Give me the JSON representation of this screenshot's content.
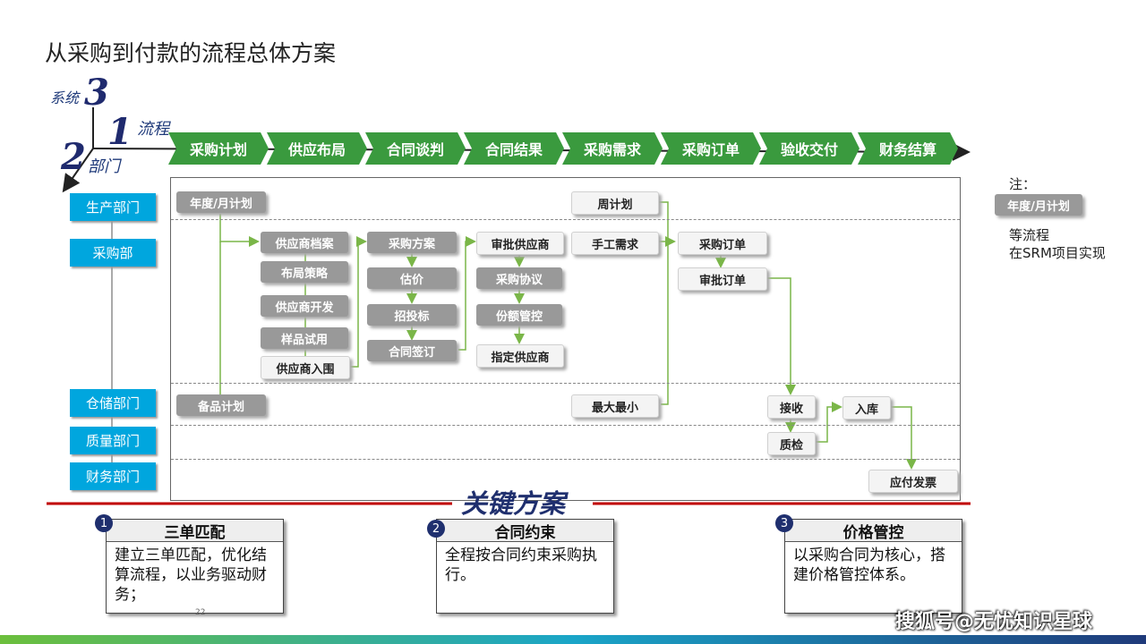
{
  "title": "从采购到付款的流程总体方案",
  "axes": {
    "system": {
      "num": "3",
      "label": "系统"
    },
    "process": {
      "num": "1",
      "label": "流程"
    },
    "dept": {
      "num": "2",
      "label": "部门"
    }
  },
  "phases": [
    "采购计划",
    "供应布局",
    "合同谈判",
    "合同结果",
    "采购需求",
    "采购订单",
    "验收交付",
    "财务结算"
  ],
  "departments": [
    "生产部门",
    "采购部",
    "仓储部门",
    "质量部门",
    "财务部门"
  ],
  "nodes": {
    "annual_plan": "年度/月计划",
    "weekly_plan": "周计划",
    "supplier_file": "供应商档案",
    "layout_strategy": "布局策略",
    "supplier_dev": "供应商开发",
    "sample_trial": "样品试用",
    "supplier_entry": "供应商入围",
    "purchase_plan": "采购方案",
    "valuation": "估价",
    "bidding": "招投标",
    "contract_sign": "合同签订",
    "approve_supplier": "审批供应商",
    "purchase_agreement": "采购协议",
    "quota_control": "份额管控",
    "designated_supplier": "指定供应商",
    "manual_demand": "手工需求",
    "purchase_order": "采购订单",
    "approve_order": "审批订单",
    "spare_plan": "备品计划",
    "max_min": "最大最小",
    "receive": "接收",
    "quality_check": "质检",
    "warehousing": "入库",
    "payable_invoice": "应付发票"
  },
  "note": {
    "label": "注：",
    "tag": "年度/月计划",
    "line1": "等流程",
    "line2": "在SRM项目实现"
  },
  "key_solution": {
    "heading": "关键方案",
    "cards": [
      {
        "num": "1",
        "title": "三单匹配",
        "body": "建立三单匹配，优化结算流程，以业务驱动财务；"
      },
      {
        "num": "2",
        "title": "合同约束",
        "body": "全程按合同约束采购执行。"
      },
      {
        "num": "3",
        "title": "价格管控",
        "body": "以采购合同为核心，搭建价格管控体系。"
      }
    ]
  },
  "page_number": "22",
  "watermark": "搜狐号@无忧知识星球",
  "colors": {
    "phase_green": "#3a9a3e",
    "dept_blue": "#00a6de",
    "arrow_green": "#7ab648",
    "red_line": "#c00000",
    "navy": "#1f2f6e"
  }
}
